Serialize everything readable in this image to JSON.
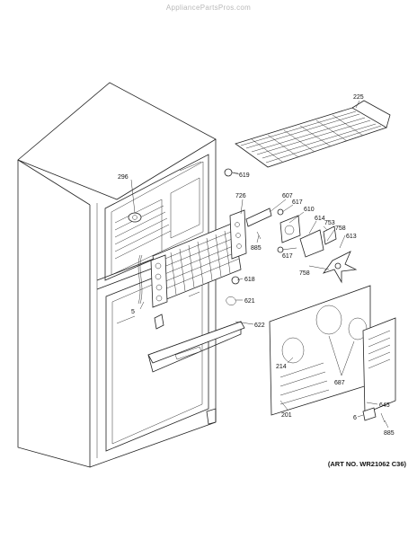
{
  "watermark": "AppliancePartsPros.com",
  "art_number": "(ART NO. WR21062 C36)",
  "callouts": {
    "c225": "225",
    "c296": "296",
    "c619": "619",
    "c726": "726",
    "c607": "607",
    "c617a": "617",
    "c610": "610",
    "c885a": "885",
    "c614": "614",
    "c753": "753",
    "c758a": "758",
    "c613": "613",
    "c617b": "617",
    "c758b": "758",
    "c618": "618",
    "c5": "5",
    "c621": "621",
    "c622": "622",
    "c214": "214",
    "c687": "687",
    "c645": "645",
    "c201": "201",
    "c6": "6",
    "c885b": "885"
  }
}
